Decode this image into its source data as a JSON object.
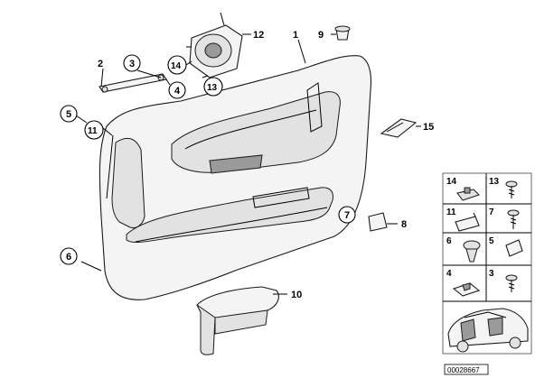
{
  "callouts": {
    "c1": "1",
    "c2": "2",
    "c3": "3",
    "c4": "4",
    "c5": "5",
    "c6": "6",
    "c7": "7",
    "c8": "8",
    "c9": "9",
    "c10": "10",
    "c11": "11",
    "c12": "12",
    "c13": "13",
    "c14": "14",
    "c15": "15"
  },
  "panel": {
    "cells": [
      "14",
      "13",
      "11",
      "7",
      "6",
      "5",
      "4",
      "3"
    ]
  },
  "reference_number": "00028667"
}
